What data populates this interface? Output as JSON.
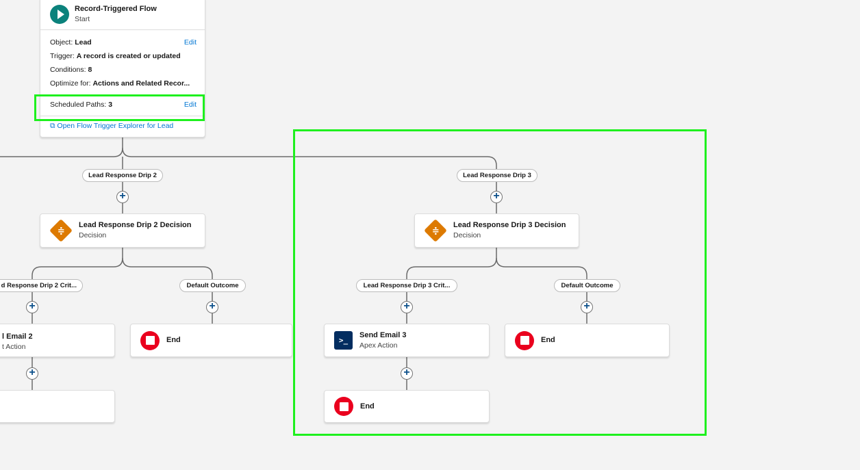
{
  "start": {
    "title": "Record-Triggered Flow",
    "subtitle": "Start",
    "object_label": "Object:",
    "object_value": "Lead",
    "trigger_label": "Trigger:",
    "trigger_value": "A record is created or updated",
    "conditions_label": "Conditions:",
    "conditions_value": "8",
    "optimize_label": "Optimize for:",
    "optimize_value": "Actions and Related Recor...",
    "scheduled_label": "Scheduled Paths:",
    "scheduled_value": "3",
    "edit": "Edit",
    "explorer_link": "Open Flow Trigger Explorer for Lead"
  },
  "branch2": {
    "path_label": "Lead Response Drip 2",
    "decision_title": "Lead Response Drip 2 Decision",
    "decision_sub": "Decision",
    "outcome_label": "d Response Drip 2 Crit...",
    "default_label": "Default Outcome",
    "action_title": "l Email 2",
    "action_sub": "t Action",
    "end_label": "End"
  },
  "branch3": {
    "path_label": "Lead Response Drip 3",
    "decision_title": "Lead Response Drip 3 Decision",
    "decision_sub": "Decision",
    "outcome_label": "Lead Response Drip 3 Crit...",
    "default_label": "Default Outcome",
    "action_title": "Send Email 3",
    "action_sub": "Apex Action",
    "end_label": "End",
    "end_label2": "End"
  },
  "colors": {
    "highlight": "#1ef01e",
    "decision": "#dd7a01",
    "end": "#ea001e",
    "apex": "#032d60",
    "start": "#0b827c",
    "link": "#0176d3"
  }
}
